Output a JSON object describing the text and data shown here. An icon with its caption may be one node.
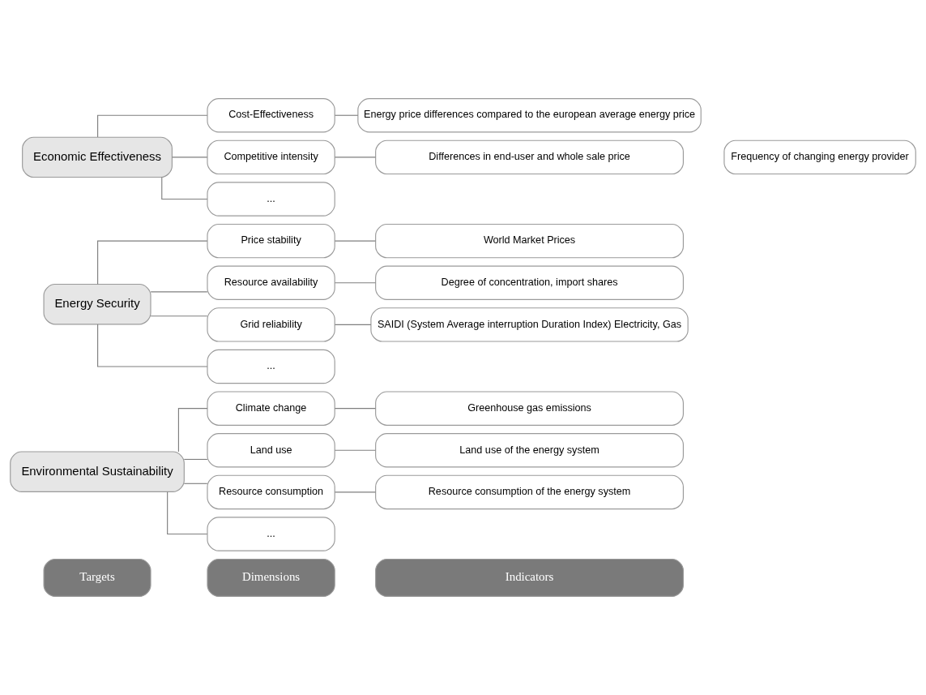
{
  "diagram": {
    "nodes": [
      {
        "text": [
          "Targets"
        ]
      },
      {
        "text": [
          "Dimensions"
        ]
      },
      {
        "text": [
          "Indicators"
        ]
      },
      {
        "text": [
          "Environmental Sustainability"
        ]
      },
      {
        "text": [
          "Climate change"
        ]
      },
      {
        "text": [
          "Greenhouse gas emissions"
        ]
      },
      {
        "text": [
          "Land use"
        ]
      },
      {
        "text": [
          "Land use of the energy system"
        ]
      },
      {
        "text": [
          "Resource consumption"
        ]
      },
      {
        "text": [
          "Resource consumption of the energy system"
        ]
      },
      {
        "text": [
          "..."
        ]
      },
      {
        "text": [
          "Energy Security"
        ]
      },
      {
        "text": [
          "Price stability"
        ]
      },
      {
        "text": [
          "World Market Prices"
        ]
      },
      {
        "text": [
          "Resource availability"
        ]
      },
      {
        "text": [
          "Degree of concentration, import shares"
        ]
      },
      {
        "text": [
          "Grid reliability"
        ]
      },
      {
        "text": [
          "SAIDI (System Average interruption Duration Index) Electricity, Gas"
        ]
      },
      {
        "text": [
          "..."
        ]
      },
      {
        "text": [
          "Economic Effectiveness"
        ]
      },
      {
        "text": [
          "Cost-Effectiveness"
        ]
      },
      {
        "text": [
          "Energy price differences compared to the european average energy price"
        ]
      },
      {
        "text": [
          "Competitive intensity"
        ]
      },
      {
        "text": [
          "Differences in end-user and whole sale price"
        ]
      },
      {
        "text": [
          "Frequency of changing energy provider"
        ]
      },
      {
        "text": [
          "..."
        ]
      }
    ],
    "edges": [
      {
        "from": 3,
        "to": 4,
        "arrow": "none"
      },
      {
        "from": 3,
        "to": 6,
        "arrow": "none"
      },
      {
        "from": 3,
        "to": 8,
        "arrow": "none"
      },
      {
        "from": 3,
        "to": 10,
        "arrow": "none"
      },
      {
        "from": 4,
        "to": 5,
        "arrow": "none"
      },
      {
        "from": 6,
        "to": 7,
        "arrow": "none"
      },
      {
        "from": 8,
        "to": 9,
        "arrow": "none"
      },
      {
        "from": 11,
        "to": 12,
        "arrow": "none"
      },
      {
        "from": 11,
        "to": 14,
        "arrow": "none"
      },
      {
        "from": 11,
        "to": 16,
        "arrow": "none"
      },
      {
        "from": 11,
        "to": 18,
        "arrow": "none"
      },
      {
        "from": 12,
        "to": 13,
        "arrow": "none"
      },
      {
        "from": 14,
        "to": 15,
        "arrow": "none"
      },
      {
        "from": 16,
        "to": 17,
        "arrow": "none"
      },
      {
        "from": 19,
        "to": 20,
        "arrow": "none"
      },
      {
        "from": 19,
        "to": 22,
        "arrow": "none"
      },
      {
        "from": 19,
        "to": 25,
        "arrow": "none"
      },
      {
        "from": 20,
        "to": 21,
        "arrow": "none"
      },
      {
        "from": 22,
        "to": 23,
        "arrow": "none"
      }
    ]
  }
}
